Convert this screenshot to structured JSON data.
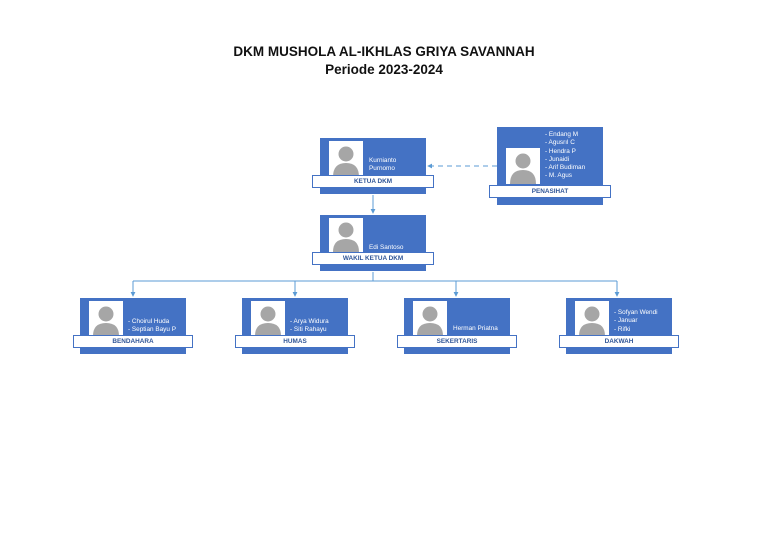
{
  "title_line1": "DKM MUSHOLA AL-IKHLAS GRIYA SAVANNAH",
  "title_line2": "Periode 2023-2024",
  "nodes": {
    "ketua": {
      "role": "KETUA DKM",
      "names": "Kurnianto\nPurnomo"
    },
    "penasihat": {
      "role": "PENASIHAT",
      "names": "- Endang M\n- Agusrıl C\n- Hendra P\n- Junaidi\n- Arif Budiman\n- M. Agus"
    },
    "wakil": {
      "role": "WAKIL KETUA DKM",
      "names": "Edi Santoso"
    },
    "bendahara": {
      "role": "BENDAHARA",
      "names": "- Choirul Huda\n- Septian Bayu P"
    },
    "humas": {
      "role": "HUMAS",
      "names": "- Arya Widura\n- Siti Rahayu"
    },
    "sekertaris": {
      "role": "SEKERTARIS",
      "names": "Herman Priatna"
    },
    "dakwah": {
      "role": "DAKWAH",
      "names": "- Sofyan Wendi\n- Januar\n- Rifki"
    }
  },
  "colors": {
    "box": "#4472c4",
    "label_text": "#2f5597",
    "line": "#5b9bd5",
    "photo_person": "#a6a6a6"
  }
}
